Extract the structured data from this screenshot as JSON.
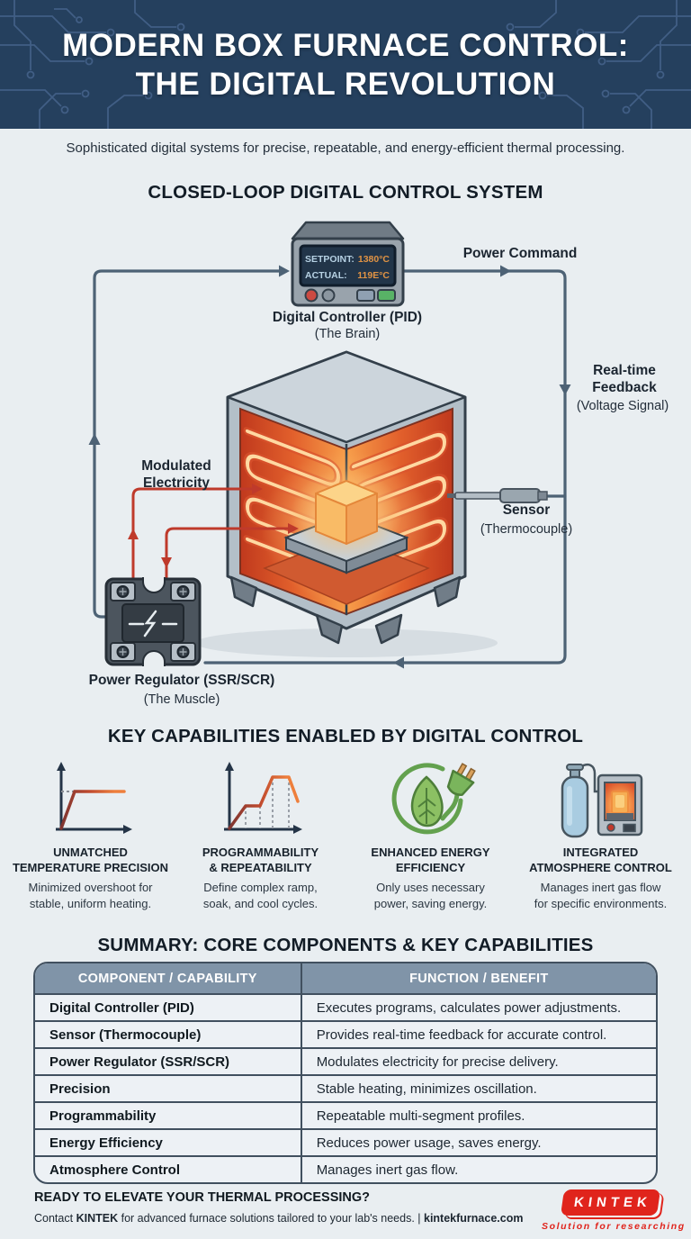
{
  "header": {
    "title_line1": "MODERN BOX FURNACE CONTROL:",
    "title_line2": "THE DIGITAL REVOLUTION",
    "bg_color": "#25405e"
  },
  "intro": {
    "subtitle": "Sophisticated digital systems for precise, repeatable, and energy-efficient thermal processing."
  },
  "diagram": {
    "heading": "CLOSED-LOOP DIGITAL CONTROL SYSTEM",
    "controller": {
      "screen": {
        "setpoint_label": "SETPOINT:",
        "setpoint_value": "1380°C",
        "actual_label": "ACTUAL:",
        "actual_value": "119E°C"
      },
      "name": "Digital Controller (PID)",
      "role": "(The Brain)"
    },
    "labels": {
      "power_command": "Power Command",
      "feedback_line1": "Real-time",
      "feedback_line2": "Feedback",
      "feedback_sub": "(Voltage Signal)",
      "modulated_line1": "Modulated",
      "modulated_line2": "Electricity",
      "sensor": "Sensor",
      "sensor_sub": "(Thermocouple)",
      "regulator": "Power Regulator (SSR/SCR)",
      "regulator_sub": "(The Muscle)"
    },
    "colors": {
      "loop_line": "#4d6275",
      "power_line": "#bf3a2b"
    }
  },
  "capabilities": {
    "heading": "KEY CAPABILITIES ENABLED BY DIGITAL CONTROL",
    "items": [
      {
        "icon": "precision-chart-icon",
        "title_line1": "UNMATCHED",
        "title_line2": "TEMPERATURE PRECISION",
        "desc_line1": "Minimized overshoot for",
        "desc_line2": "stable, uniform heating."
      },
      {
        "icon": "ramp-profile-chart-icon",
        "title_line1": "PROGRAMMABILITY",
        "title_line2": "& REPEATABILITY",
        "desc_line1": "Define complex ramp,",
        "desc_line2": "soak, and cool cycles."
      },
      {
        "icon": "eco-leaf-plug-icon",
        "title_line1": "ENHANCED ENERGY",
        "title_line2": "EFFICIENCY",
        "desc_line1": "Only uses necessary",
        "desc_line2": "power, saving energy."
      },
      {
        "icon": "gas-cylinder-furnace-icon",
        "title_line1": "INTEGRATED",
        "title_line2": "ATMOSPHERE CONTROL",
        "desc_line1": "Manages inert gas flow",
        "desc_line2": "for specific environments."
      }
    ]
  },
  "summary": {
    "heading": "SUMMARY: CORE COMPONENTS & KEY CAPABILITIES",
    "columns": [
      "COMPONENT / CAPABILITY",
      "FUNCTION / BENEFIT"
    ],
    "header_bg": "#8094a8",
    "rows": [
      {
        "component": "Digital Controller (PID)",
        "benefit": "Executes programs, calculates power adjustments."
      },
      {
        "component": "Sensor (Thermocouple)",
        "benefit": "Provides real-time feedback for accurate control."
      },
      {
        "component": "Power Regulator (SSR/SCR)",
        "benefit": "Modulates electricity for precise delivery."
      },
      {
        "component": "Precision",
        "benefit": "Stable heating, minimizes oscillation."
      },
      {
        "component": "Programmability",
        "benefit": "Repeatable multi-segment profiles."
      },
      {
        "component": "Energy Efficiency",
        "benefit": "Reduces power usage, saves energy."
      },
      {
        "component": "Atmosphere Control",
        "benefit": "Manages inert gas flow."
      }
    ]
  },
  "footer": {
    "headline": "READY TO ELEVATE YOUR THERMAL PROCESSING?",
    "contact_prefix": "Contact",
    "brand": "KINTEK",
    "contact_middle": "for advanced furnace solutions tailored to your lab's needs. |",
    "website": "kintekfurnace.com",
    "logo_text": "KINTEK",
    "logo_tagline": "Solution for researching",
    "logo_color": "#e0241c"
  }
}
